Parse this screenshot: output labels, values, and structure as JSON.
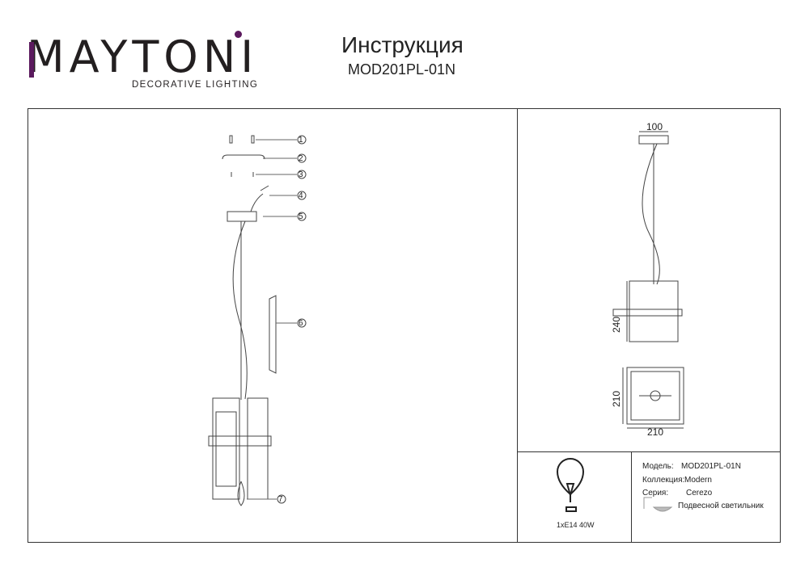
{
  "header": {
    "brand": "MAYTONI",
    "tagline": "DECORATIVE LIGHTING",
    "title": "Инструкция",
    "model": "MOD201PL-01N"
  },
  "callouts": [
    "1",
    "2",
    "3",
    "4",
    "5",
    "6",
    "7"
  ],
  "dimensions": {
    "canopy_width": "100",
    "height": "240",
    "depth": "210",
    "width": "210"
  },
  "bulb": {
    "spec": "1xE14 40W"
  },
  "info": {
    "model_label": "Модель:",
    "model_value": "MOD201PL-01N",
    "collection_label": "Коллекция:",
    "collection_value": "Modern",
    "series_label": "Серия:",
    "series_value": "Cerezo",
    "type_value": "Подвесной светильник"
  },
  "colors": {
    "accent": "#5b1a5e",
    "line": "#333333"
  }
}
